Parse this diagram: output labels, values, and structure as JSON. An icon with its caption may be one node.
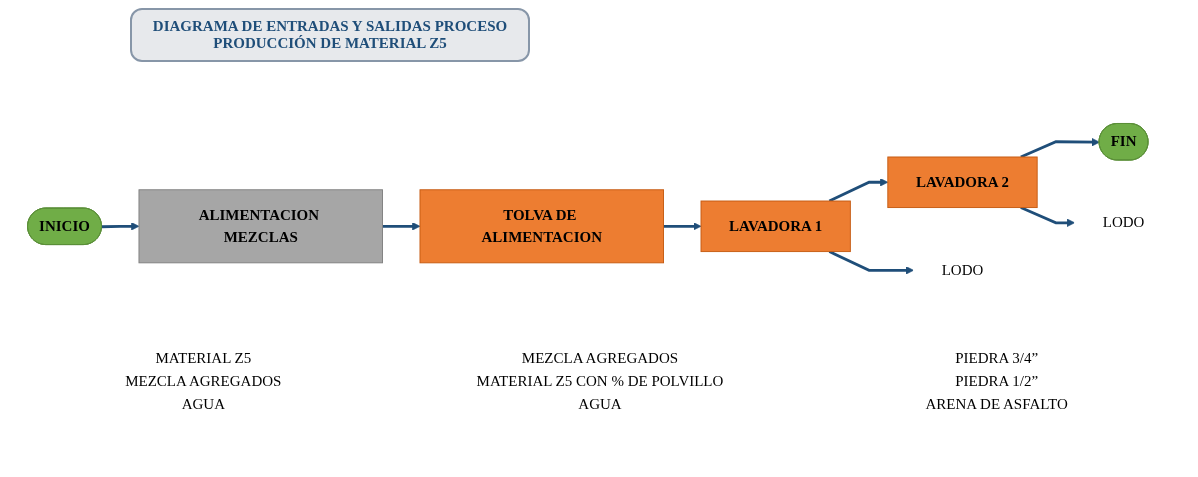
{
  "diagram": {
    "title": "DIAGRAMA DE ENTRADAS Y SALIDAS PROCESO PRODUCCIÓN DE MATERIAL Z5",
    "nodes": [
      {
        "text": [
          "INICIO"
        ]
      },
      {
        "text": [
          "ALIMENTACION MEZCLAS"
        ]
      },
      {
        "text": [
          "TOLVA DE ALIMENTACION"
        ]
      },
      {
        "text": [
          "LAVADORA  1"
        ]
      },
      {
        "text": [
          "LAVADORA  2"
        ]
      },
      {
        "text": [
          "FIN"
        ]
      },
      {
        "text": [
          "LODO"
        ]
      },
      {
        "text": [
          "LODO"
        ]
      }
    ],
    "edges": [
      {
        "from": 0,
        "to": 1,
        "arrow": "to"
      },
      {
        "from": 1,
        "to": 2,
        "arrow": "to"
      },
      {
        "from": 2,
        "to": 3,
        "arrow": "to"
      },
      {
        "from": 3,
        "to": 4,
        "arrow": "to"
      },
      {
        "from": 4,
        "to": 5,
        "arrow": "to"
      },
      {
        "from": 3,
        "to": 6,
        "arrow": "to"
      },
      {
        "from": 4,
        "to": 7,
        "arrow": "to"
      }
    ],
    "labels": [
      "MATERIAL Z5",
      "MEZCLA AGREGADOS",
      "PIEDRA 3/4”",
      "MEZCLA AGREGADOS",
      "MATERIAL Z5 CON % DE POLVILLO",
      "PIEDRA 1/2”",
      "AGUA",
      "AGUA",
      "ARENA DE ASFALTO"
    ]
  }
}
